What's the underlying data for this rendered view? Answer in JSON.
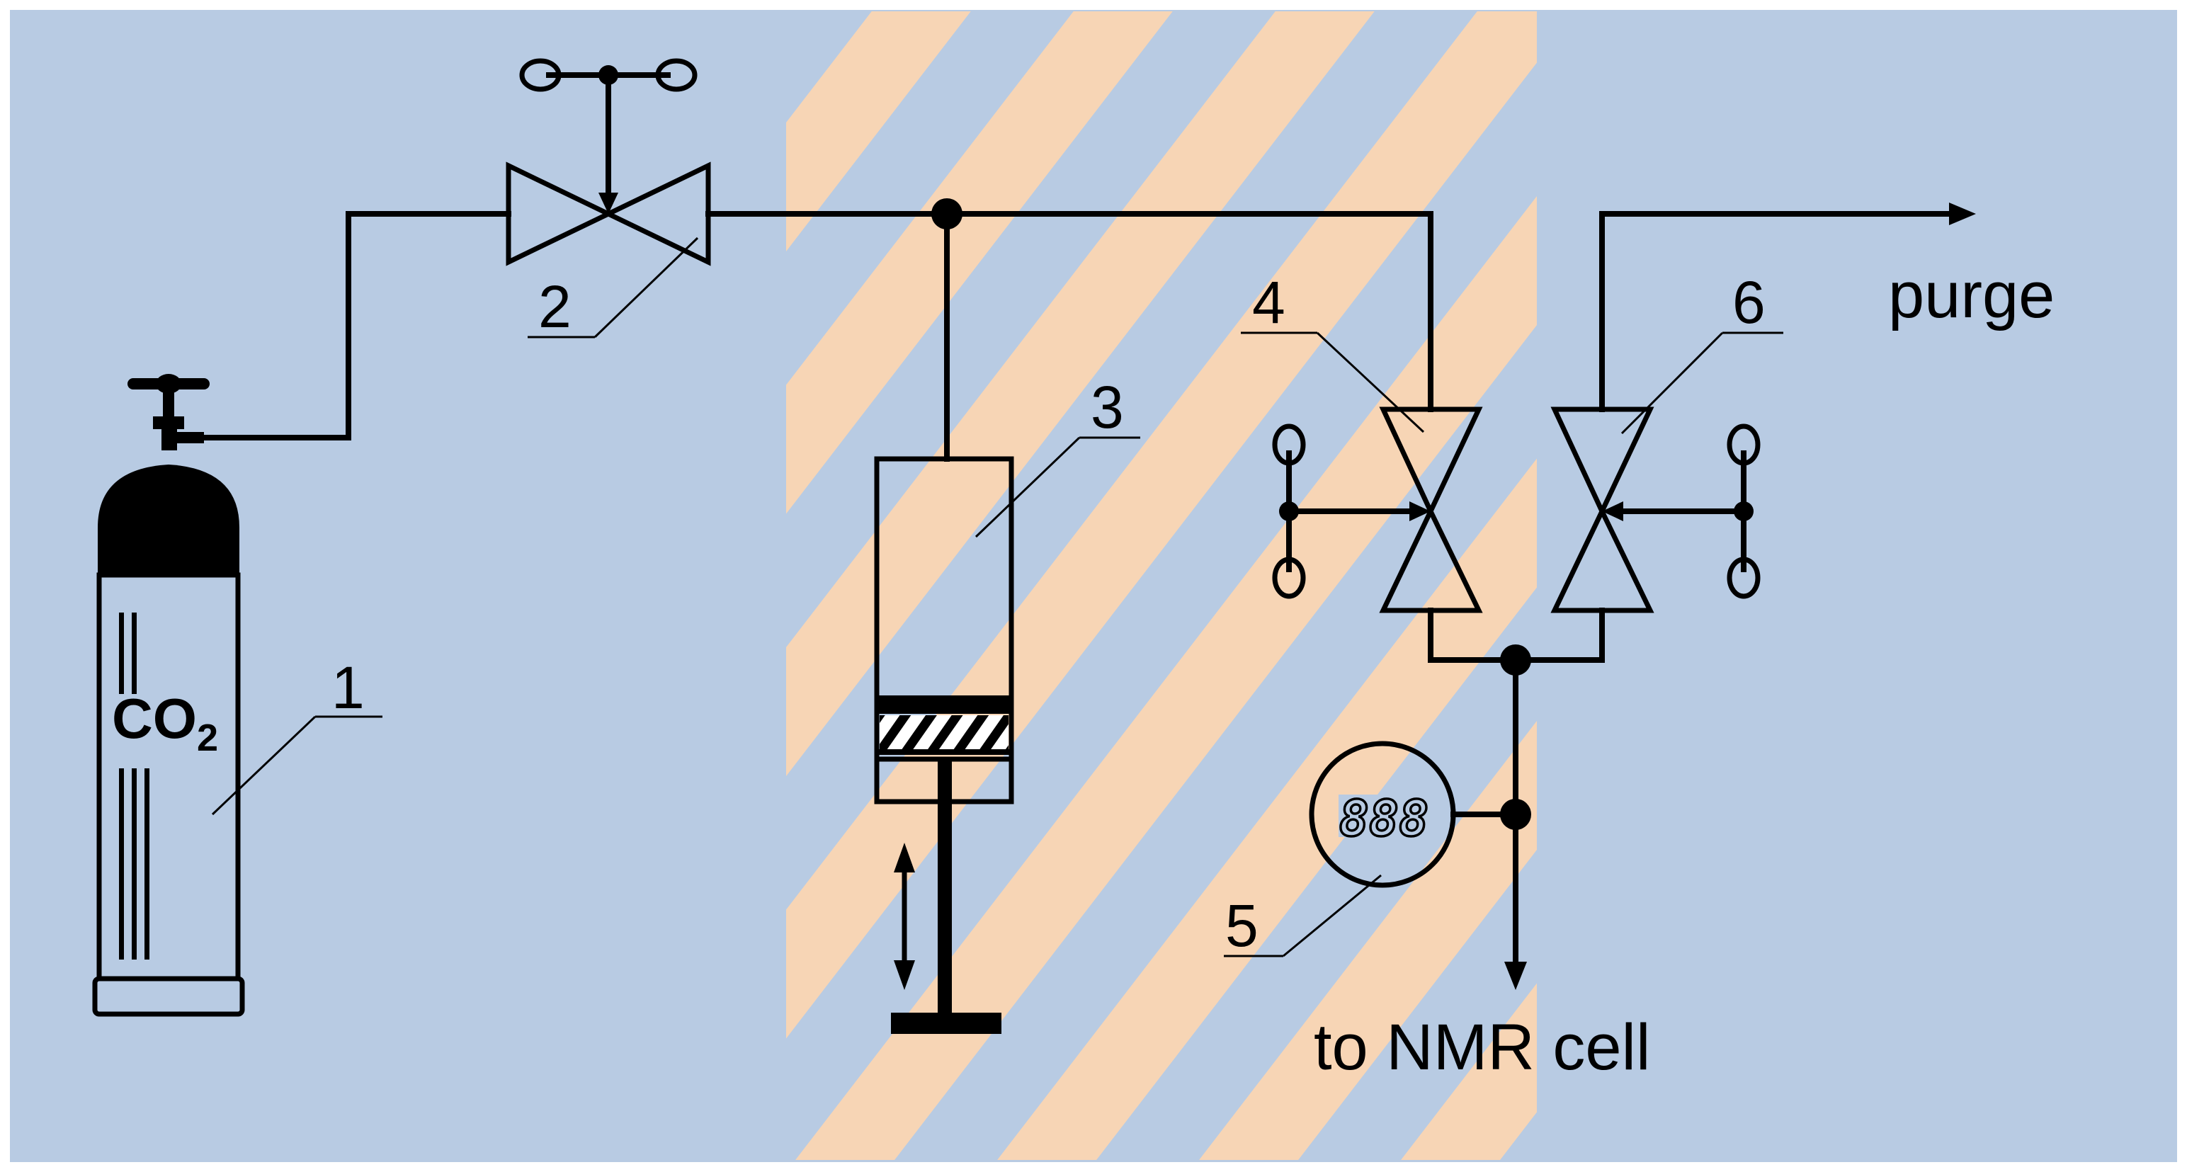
{
  "colors": {
    "background": "#b8cbe3",
    "hatch": "#f7d5b5",
    "line": "#000000",
    "frame": "#ffffff"
  },
  "components": [
    {
      "number": "1",
      "name": "cylinder",
      "text": "CO",
      "subscript": "2"
    },
    {
      "number": "2",
      "name": "valve"
    },
    {
      "number": "3",
      "name": "piston-pump"
    },
    {
      "number": "4",
      "name": "valve"
    },
    {
      "number": "5",
      "name": "pressure-gauge",
      "display": "888"
    },
    {
      "number": "6",
      "name": "valve"
    }
  ],
  "outlets": {
    "purge": "purge",
    "nmr": "to NMR cell"
  },
  "icons": [
    "gas-cylinder-icon",
    "needle-valve-icon",
    "piston-icon",
    "digital-gauge-icon",
    "arrow-icon"
  ]
}
